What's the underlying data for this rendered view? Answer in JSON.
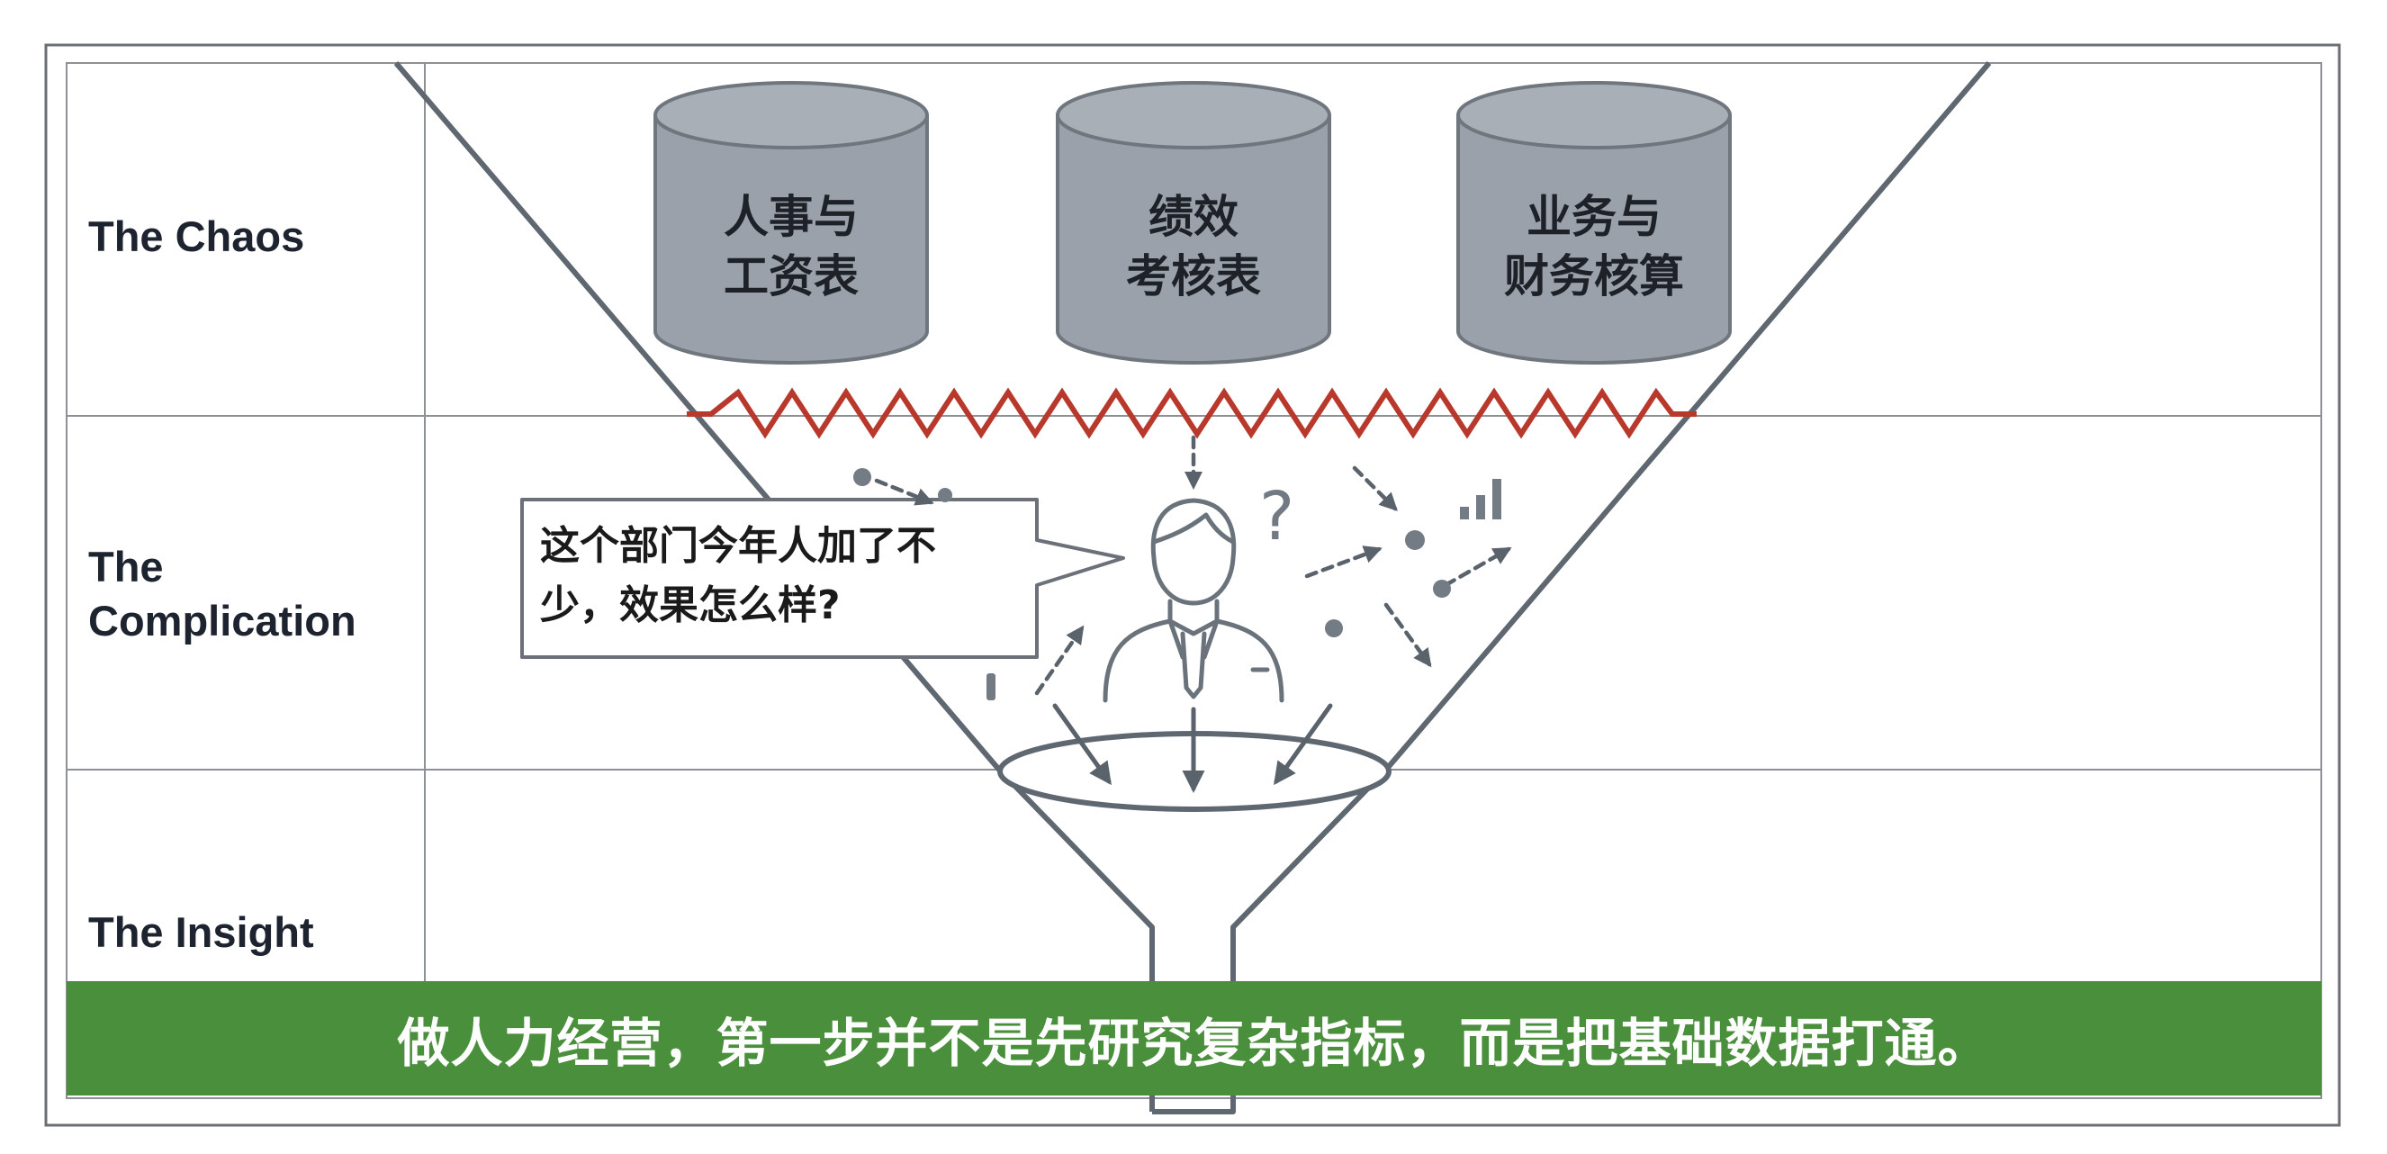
{
  "rows": [
    {
      "label_lines": [
        "The Chaos"
      ]
    },
    {
      "label_lines": [
        "The",
        "Complication"
      ]
    },
    {
      "label_lines": [
        "The Insight"
      ]
    }
  ],
  "databases": [
    {
      "label_lines": [
        "人事与",
        "工资表"
      ]
    },
    {
      "label_lines": [
        "绩效",
        "考核表"
      ]
    },
    {
      "label_lines": [
        "业务与",
        "财务核算"
      ]
    }
  ],
  "speech_bubble": {
    "lines": [
      "这个部门今年人加了不",
      "少，效果怎么样?"
    ]
  },
  "question_mark": "?",
  "banner": {
    "text": "做人力经营，第一步并不是先研究复杂指标，而是把基础数据打通。"
  },
  "colors": {
    "banner_green": "#4a8f3c",
    "zigzag_red": "#b8382c",
    "database_gray": "#9aa1aa",
    "funnel_gray": "#5f6770"
  },
  "icons": [
    "database-icon",
    "person-icon",
    "funnel-icon",
    "bar-chart-icon",
    "dashed-arrow-icon"
  ]
}
